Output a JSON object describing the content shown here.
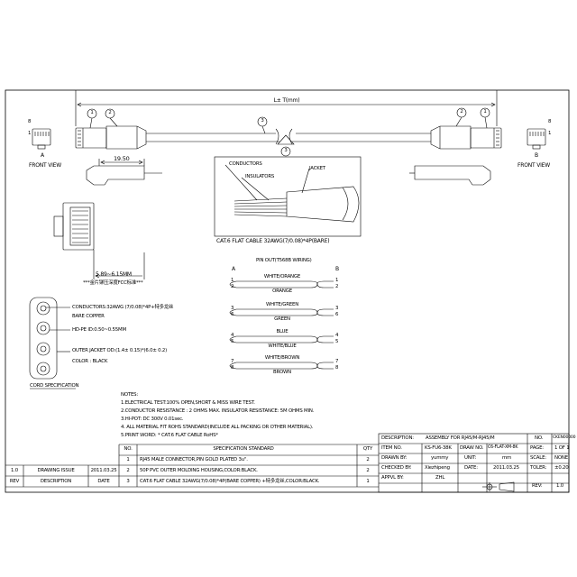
{
  "drawing": {
    "length_label": "L± T(mm)",
    "balloons": {
      "n1": "1",
      "n2": "2",
      "n3": "3"
    },
    "plug_pin_1": "1",
    "plug_pin_8": "8",
    "front_view_left": {
      "letter": "A",
      "label": "FRONT VIEW"
    },
    "front_view_right": {
      "letter": "B",
      "label": "FRONT VIEW"
    },
    "dim_plug_length": "19.50",
    "dim_plug_height": "5.89~6.15MM",
    "plug_note_cn": "***金片铆压深度FCC标准***"
  },
  "cable_detail": {
    "conductors": "CONDUCTORS",
    "insulators": "INSULATORS",
    "jacket": "JACKET",
    "caption": "CAT.6 FLAT CABLE 32AWG(7/0.08)*4P(BARE)"
  },
  "pinout": {
    "title": "PIN OUT(T568B WIRING)",
    "end_a": "A",
    "end_b": "B",
    "wires": [
      {
        "pin_a": "1",
        "pin_b": "1",
        "color": "WHITE/ORANGE"
      },
      {
        "pin_a": "2",
        "pin_b": "2",
        "color": "ORANGE"
      },
      {
        "pin_a": "3",
        "pin_b": "3",
        "color": "WHITE/GREEN"
      },
      {
        "pin_a": "6",
        "pin_b": "6",
        "color": "GREEN"
      },
      {
        "pin_a": "4",
        "pin_b": "4",
        "color": "BLUE"
      },
      {
        "pin_a": "5",
        "pin_b": "5",
        "color": "WHITE/BLUE"
      },
      {
        "pin_a": "7",
        "pin_b": "7",
        "color": "WHITE/BROWN"
      },
      {
        "pin_a": "8",
        "pin_b": "8",
        "color": "BROWN"
      }
    ]
  },
  "cord_spec": {
    "conductors": "CONDUCTORS:32AWG (7/0.08)*4P+特多龙丝",
    "bare_copper": "BARE COPPER",
    "hdpe": "HD-PE ID:0.50~0.55MM",
    "outer_jacket": "OUTER JACKET OD:(1.4± 0.15)*(6.0± 0.2)",
    "color": "COLOR : BLACK",
    "title": "CORD SPECIFICATION"
  },
  "notes": {
    "title": "NOTES:",
    "lines": [
      "1.ELECTRICAL TEST:100% OPEN,SHORT & MISS WIRE TEST.",
      "2.CONDUCTOR RESISTANCE : 2 OHMS MAX. INSULATOR RESISTANCE: 5M OHMS MIN.",
      "3.HI-POT: DC 300V 0.01sec.",
      "4. ALL MATERIAL FIT ROHS STANDARD(INCLUDE ALL PACKING OR OTHER MATERIAL).",
      "5.PRINT WORD: * CAT.6 FLAT CABLE RoHS*"
    ]
  },
  "bom": {
    "headers": {
      "no": "NO.",
      "spec": "SPECIFICATION  STANDARD",
      "qty": "QTY"
    },
    "rows": [
      {
        "no": "1",
        "spec": "RJ45 MALE CONNECTOR,PIN GOLD PLATED 3u\".",
        "qty": "2"
      },
      {
        "no": "2",
        "spec": "50P PVC OUTER MOLDING HOUSING,COLOR:BLACK.",
        "qty": "2"
      },
      {
        "no": "3",
        "spec": "CAT.6 FLAT CABLE 32AWG(7/0.08)*4P(BARE COPPER) +特多龙丝,COLOR:BLACK.",
        "qty": "1"
      }
    ]
  },
  "revisions": {
    "row": {
      "rev": "1.0",
      "description": "DRAWING ISSUE",
      "date": "2011.03.25"
    },
    "headers": {
      "rev": "REV",
      "description": "DESCRIPTION",
      "date": "DATE"
    }
  },
  "title_block": {
    "description_label": "DESCRIPTION:",
    "description_value": "ASSEMBLY FOR  RJ45/M-RJ45/M",
    "no_label": "NO.",
    "no_value": "CKEN00000",
    "item_no_label": "ITEM NO.",
    "item_no_value": "KS-FU6-38K",
    "drawing_no_label": "DRAW NO.",
    "drawing_no_value": "C6-FLAT-XM-8K",
    "page_label": "PAGE:",
    "page_value": "1 OF 1",
    "drawn_by_label": "DRAWN BY:",
    "drawn_by_value": "yummy",
    "unit_label": "UNIT:",
    "unit_value": "mm",
    "scale_label": "SCALE:",
    "scale_value": "NONE",
    "checked_by_label": "CHECKED BY:",
    "checked_by_value": "Xiezhipeng",
    "date_label": "DATE:",
    "date_value": "2011.03.25",
    "toler_label": "TOLER:",
    "toler_value": "±0.20",
    "approved_label": "APPVL BY:",
    "approved_value": "ZHL",
    "rev_label": "REV:",
    "rev_value": "1.0"
  }
}
